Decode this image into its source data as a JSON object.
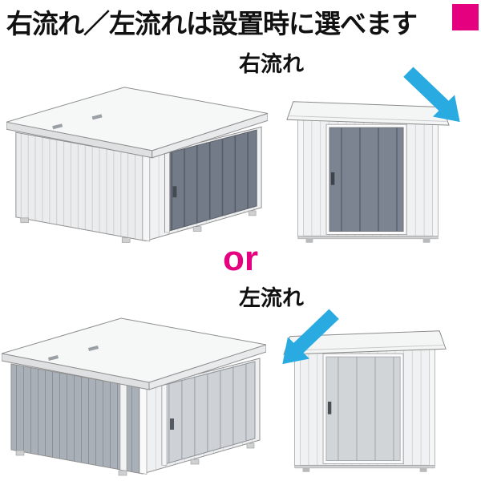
{
  "title": "右流れ／左流れは設置時に選べます",
  "or_label": "or",
  "options": [
    {
      "id": "right-flow",
      "label": "右流れ",
      "label_prefix": "右",
      "label_suffix": "流れ"
    },
    {
      "id": "left-flow",
      "label": "左流れ",
      "label_prefix": "左",
      "label_suffix": "流れ"
    }
  ],
  "colors": {
    "accent_pink": "#e4007f",
    "arrow_blue": "#29abe2",
    "title_text": "#111111"
  }
}
